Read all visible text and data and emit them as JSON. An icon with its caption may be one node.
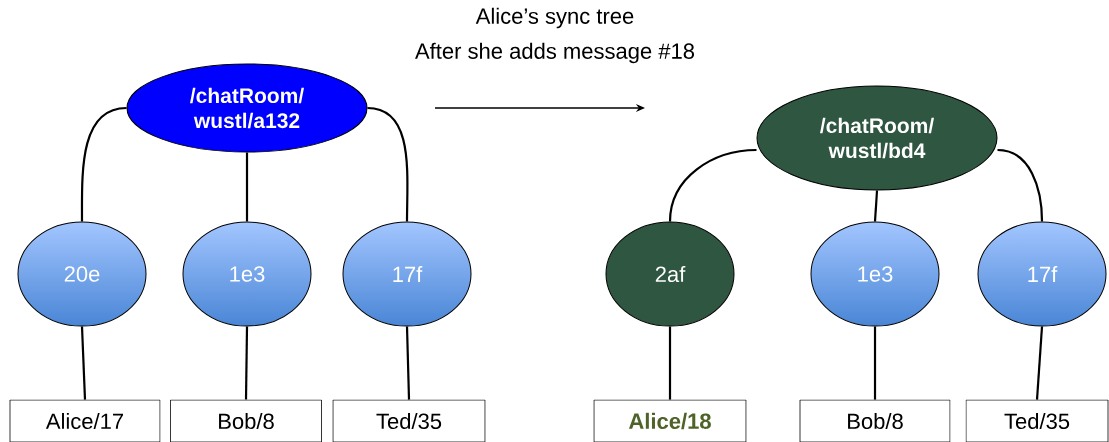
{
  "diagram": {
    "title": "Alice’s sync tree",
    "nodes": [
      {
        "text": [
          "/chatRoom/ wustl/a132"
        ]
      },
      {
        "text": [
          "20e"
        ]
      },
      {
        "text": [
          "1e3"
        ]
      },
      {
        "text": [
          "17f"
        ]
      },
      {
        "text": [
          "Alice/17"
        ]
      },
      {
        "text": [
          "Bob/8"
        ]
      },
      {
        "text": [
          "Ted/35"
        ]
      },
      {
        "text": [
          "/chatRoom/ wustl/bd4"
        ]
      },
      {
        "text": [
          "2af"
        ]
      },
      {
        "text": [
          "1e3"
        ]
      },
      {
        "text": [
          "17f"
        ]
      },
      {
        "text": [
          "Alice/18"
        ]
      },
      {
        "text": [
          "Bob/8"
        ]
      },
      {
        "text": [
          "Ted/35"
        ]
      }
    ],
    "edges": [
      {
        "from": 0,
        "to": 1,
        "arrow": "none"
      },
      {
        "from": 0,
        "to": 2,
        "arrow": "none"
      },
      {
        "from": 0,
        "to": 3,
        "arrow": "none"
      },
      {
        "from": 1,
        "to": 4,
        "arrow": "none"
      },
      {
        "from": 2,
        "to": 5,
        "arrow": "none"
      },
      {
        "from": 3,
        "to": 6,
        "arrow": "none"
      },
      {
        "from": 7,
        "to": 8,
        "arrow": "none"
      },
      {
        "from": 7,
        "to": 9,
        "arrow": "none"
      },
      {
        "from": 7,
        "to": 10,
        "arrow": "none"
      },
      {
        "from": 8,
        "to": 11,
        "arrow": "none"
      },
      {
        "from": 9,
        "to": 12,
        "arrow": "none"
      },
      {
        "from": 10,
        "to": 13,
        "arrow": "none"
      }
    ],
    "labels": [
      "After she adds message #18"
    ]
  }
}
